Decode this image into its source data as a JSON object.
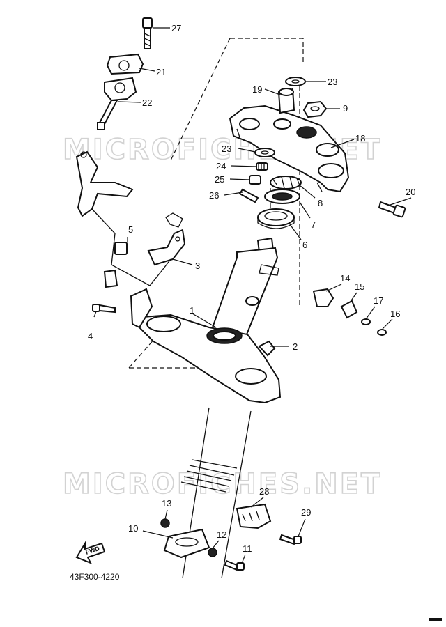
{
  "diagram": {
    "drawing_code": "43F300-4220",
    "direction_label": "FWD",
    "watermark": "MICROFICHES.NET",
    "callouts": {
      "c1": "1",
      "c2": "2",
      "c3": "3",
      "c4": "4",
      "c5": "5",
      "c6": "6",
      "c7": "7",
      "c8": "8",
      "c9": "9",
      "c10": "10",
      "c11": "11",
      "c12": "12",
      "c13": "13",
      "c14": "14",
      "c15": "15",
      "c16": "16",
      "c17": "17",
      "c18": "18",
      "c19": "19",
      "c20": "20",
      "c21": "21",
      "c22": "22",
      "c23a": "23",
      "c23b": "23",
      "c24": "24",
      "c25": "25",
      "c26": "26",
      "c27": "27",
      "c28": "28",
      "c29": "29"
    }
  }
}
